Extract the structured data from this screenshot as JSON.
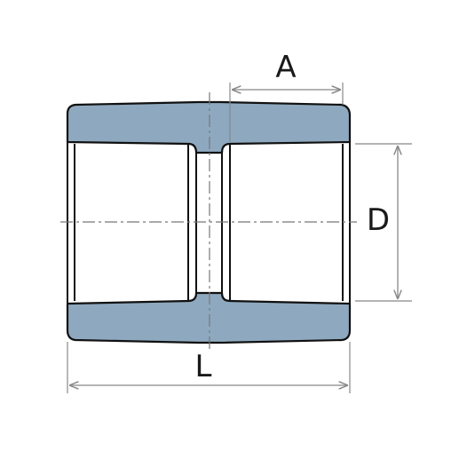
{
  "diagram": {
    "labels": {
      "a": "A",
      "d": "D",
      "l": "L"
    },
    "colors": {
      "wall_fill": "#8ea9bf",
      "outline": "#111111",
      "dimension_line": "#888888",
      "center_line": "#777777",
      "background": "#ffffff"
    }
  }
}
